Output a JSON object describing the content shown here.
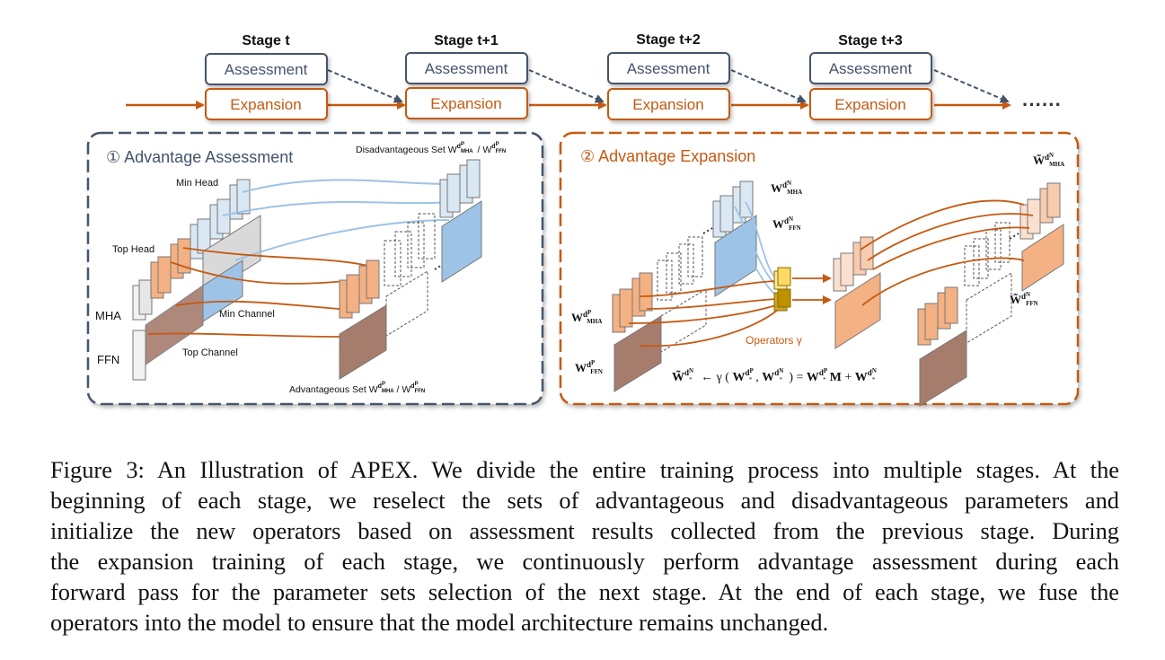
{
  "stages": [
    {
      "label": "Stage t"
    },
    {
      "label": "Stage t+1"
    },
    {
      "label": "Stage t+2"
    },
    {
      "label": "Stage t+3"
    }
  ],
  "box_assess": "Assessment",
  "box_expand": "Expansion",
  "ellipsis": "······",
  "left_panel": {
    "title": "① Advantage Assessment",
    "disadv_label": "Disadvantageous Set W",
    "disadv_sup1": "d",
    "disadv_sup1b": "P",
    "disadv_sub1": "MHA",
    "disadv_sep": "/ W",
    "disadv_sub2": "FFN",
    "min_head": "Min Head",
    "top_head": "Top Head",
    "mha": "MHA",
    "ffn": "FFN",
    "min_channel": "Min Channel",
    "top_channel": "Top Channel",
    "adv_label": "Advantageous Set W",
    "adv_sep": "/ W"
  },
  "right_panel": {
    "title": "② Advantage Expansion",
    "w_mha_n": "W",
    "w_ffn_n": "W",
    "w_mha_p": "W",
    "w_ffn_p": "W",
    "operators": "Operators γ",
    "tilde_mha": "W̃",
    "tilde_ffn": "W̃",
    "formula_lhs": "W̃",
    "formula_mid": "← γ ( W   , W   ) = W   M + W",
    "sup_d": "d",
    "sup_n": "N",
    "sup_p": "P",
    "sub_mha": "MHA",
    "sub_ffn": "FFN",
    "sub_star": "*"
  },
  "caption_lines": [
    "Figure 3: An Illustration of APEX. We divide the entire training process into multiple stages. At the",
    "beginning of each stage, we reselect the sets of advantageous and disadvantageous parameters and",
    "initialize the new operators based on assessment results collected from the previous stage. During",
    "the expansion training of each stage, we continuously perform advantage assessment during each",
    "forward pass for the parameter sets selection of the next stage. At the end of each stage, we fuse the",
    "operators into the model to ensure that the model architecture remains unchanged."
  ],
  "colors": {
    "navy": "#44546a",
    "orange": "#c55a11",
    "orange_fill": "#f4b183",
    "brown_fill": "#a67c6d",
    "blue_fill": "#9dc3e6",
    "light_blue": "#dae8f4",
    "gray_fill": "#d9d9d9",
    "yellow": "#ffd966"
  }
}
